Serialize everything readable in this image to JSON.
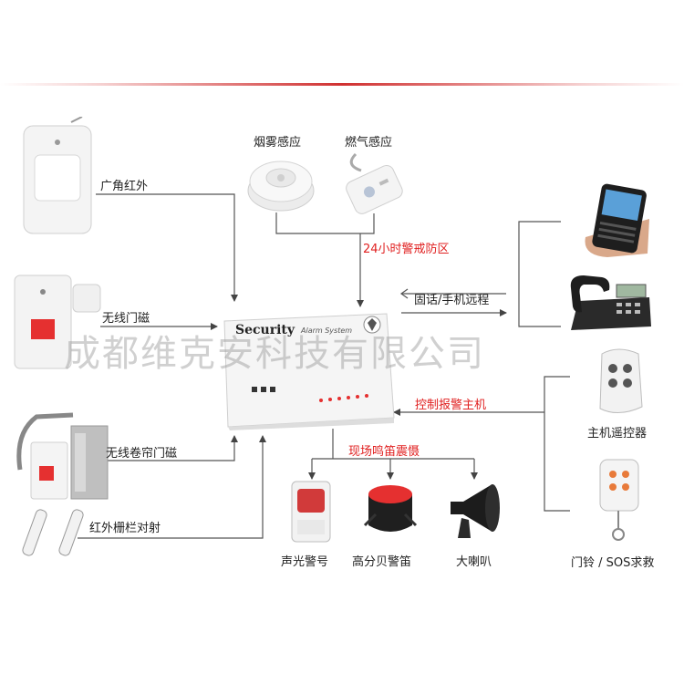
{
  "labels": {
    "pir": "广角红外",
    "door": "无线门磁",
    "shutter": "无线卷帘门磁",
    "beam": "红外栅栏对射",
    "smoke": "烟雾感应",
    "gas": "燃气感应",
    "zone24": "24小时警戒防区",
    "remote_phone": "固话/手机远程",
    "control_host": "控制报警主机",
    "remote_ctrl": "主机遥控器",
    "doorbell_sos": "门铃 / SOS求救",
    "siren_alarm": "现场鸣笛震慑",
    "strobe": "声光警号",
    "db_siren": "高分贝警笛",
    "horn": "大喇叭"
  },
  "panel": {
    "brand": "Security",
    "subtitle": "Alarm System"
  },
  "watermark": "成都维克安科技有限公司",
  "colors": {
    "accent": "#e02020",
    "line": "#555555"
  }
}
